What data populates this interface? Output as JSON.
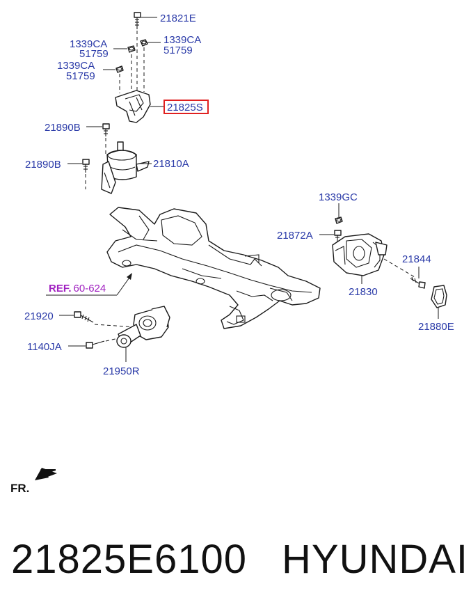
{
  "labels": {
    "p21821E": "21821E",
    "p1339CA_a": "1339CA",
    "p51759_a": "51759",
    "p1339CA_b": "1339CA",
    "p51759_b": "51759",
    "p1339CA_c": "1339CA",
    "p51759_c": "51759",
    "p21825S": "21825S",
    "p21890B_a": "21890B",
    "p21890B_b": "21890B",
    "p21810A": "21810A",
    "p1339GC": "1339GC",
    "p21872A": "21872A",
    "p21844": "21844",
    "p21830": "21830",
    "p21880E": "21880E",
    "ref_prefix": "REF.",
    "ref_number": "60-624",
    "p21920": "21920",
    "p1140JA": "1140JA",
    "p21950R": "21950R",
    "fr": "FR."
  },
  "footer": {
    "part_number": "21825E6100",
    "brand": "HYUNDAI"
  },
  "colors": {
    "label": "#2a3aa8",
    "ref": "#a020c0",
    "highlight_box": "#e02020"
  }
}
